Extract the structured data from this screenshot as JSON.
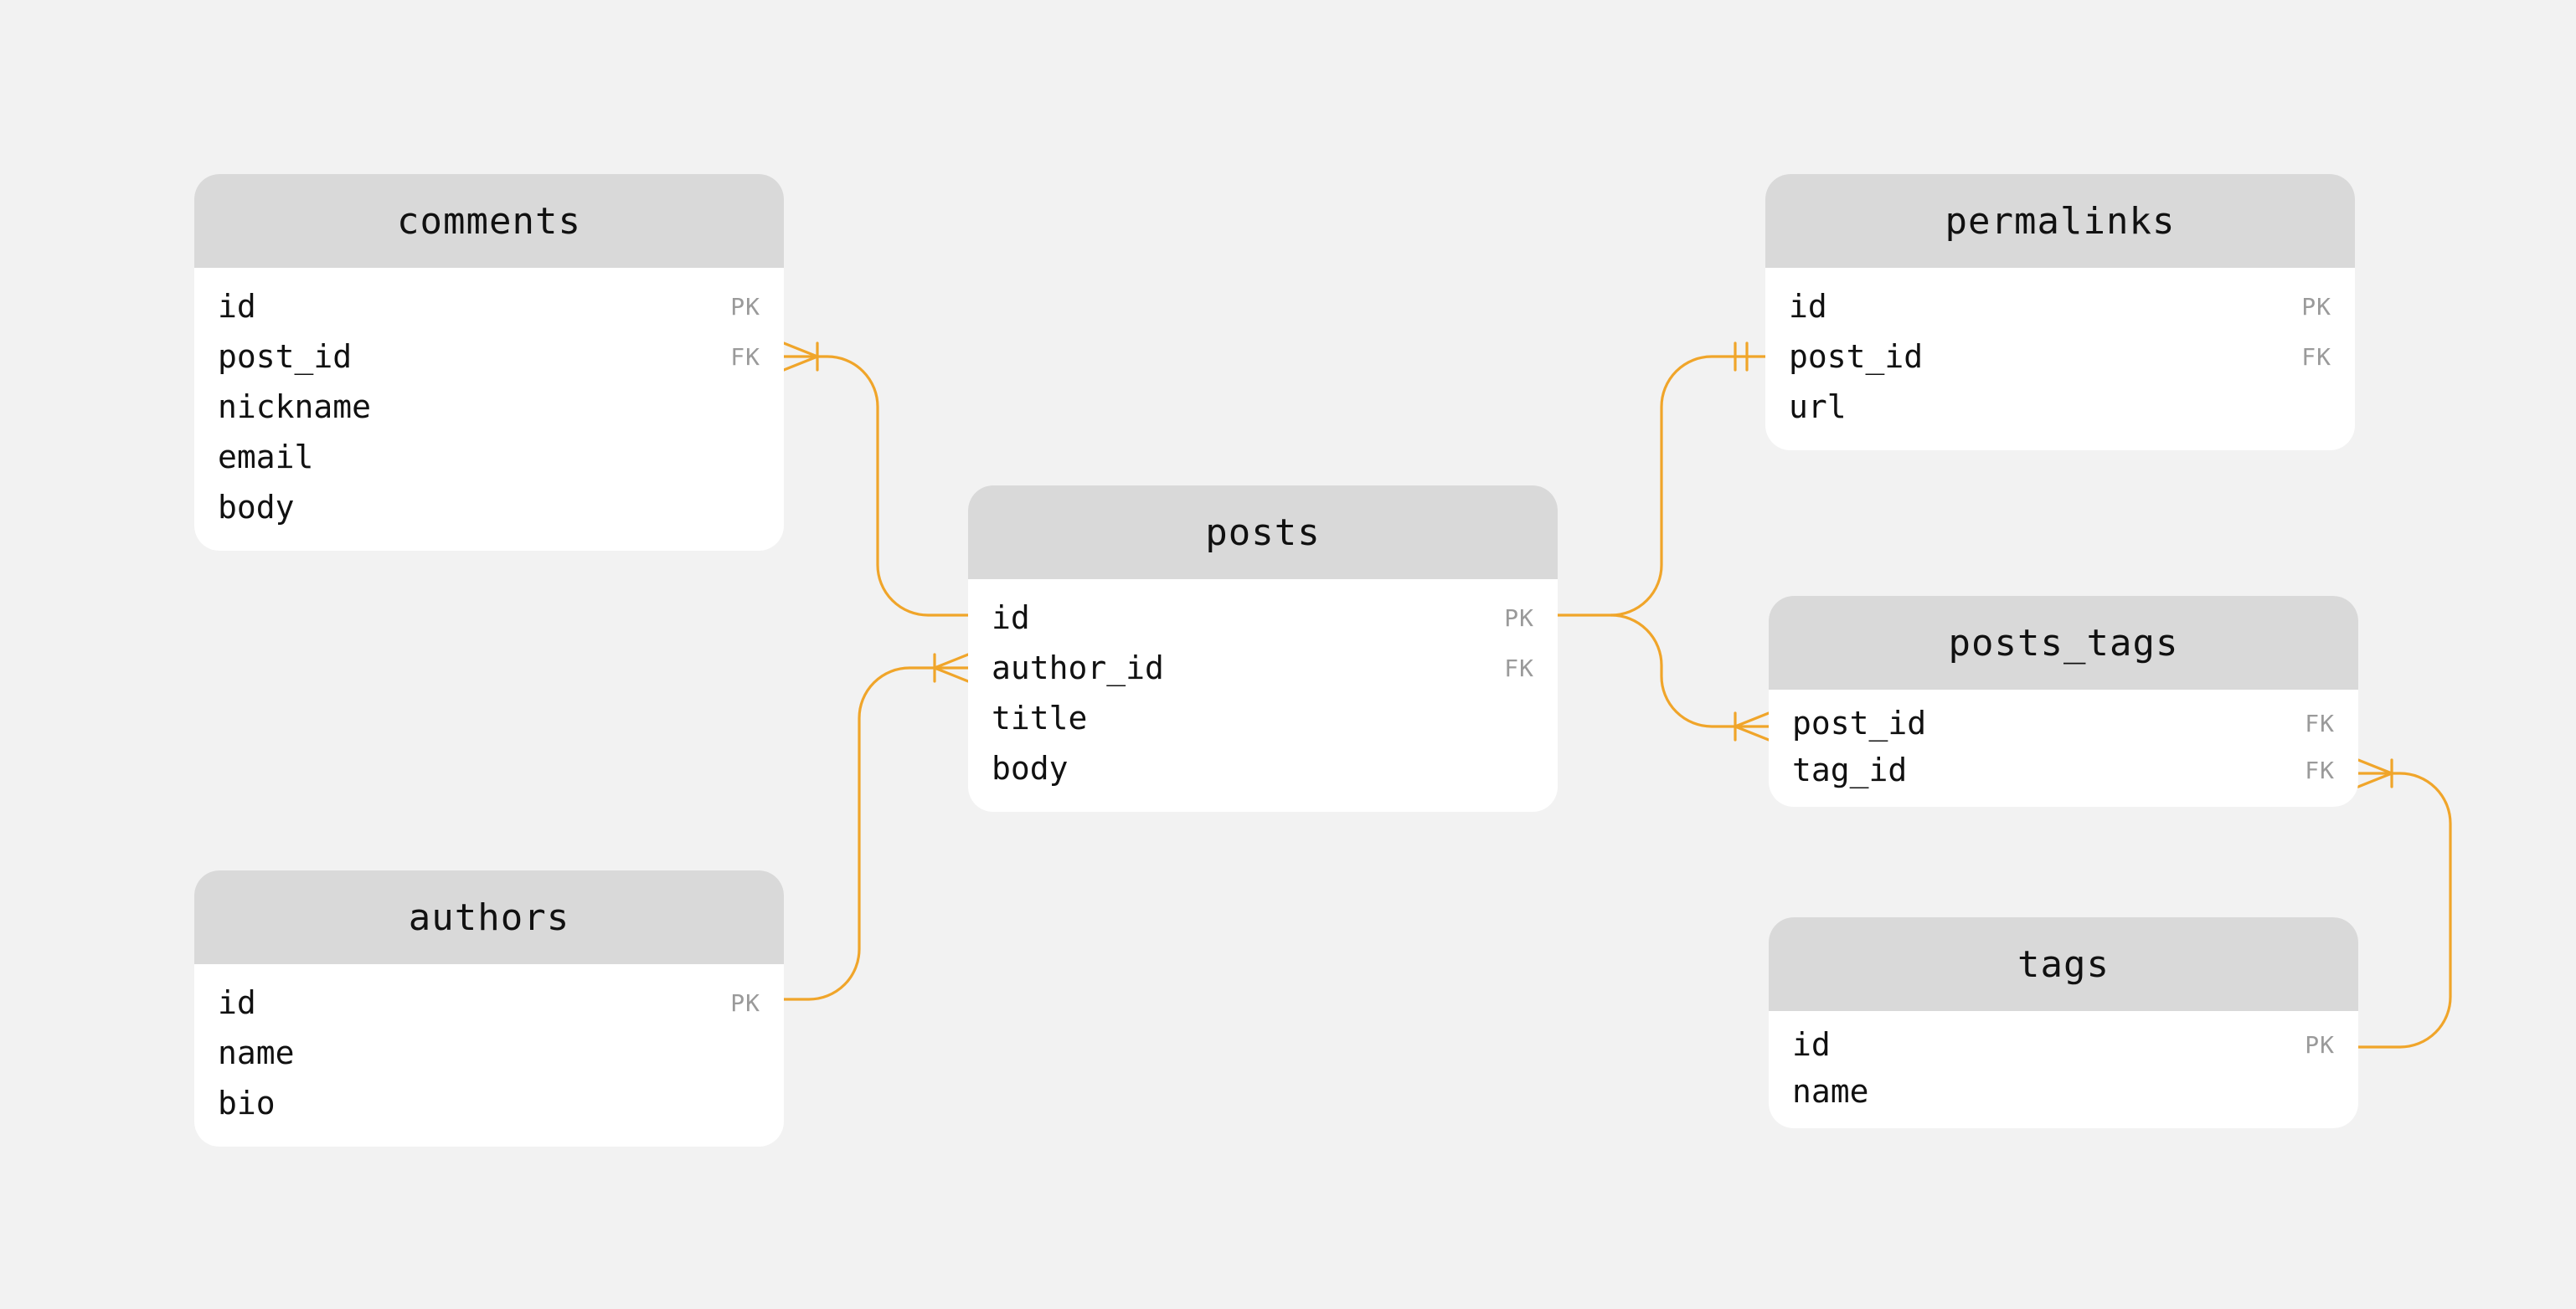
{
  "colors": {
    "background": "#f2f2f2",
    "header": "#d9d9d9",
    "body": "#ffffff",
    "connector": "#f0a52a",
    "key_text": "#9a9a9a"
  },
  "tables": {
    "comments": {
      "name": "comments",
      "fields": [
        {
          "name": "id",
          "key": "PK"
        },
        {
          "name": "post_id",
          "key": "FK"
        },
        {
          "name": "nickname",
          "key": ""
        },
        {
          "name": "email",
          "key": ""
        },
        {
          "name": "body",
          "key": ""
        }
      ]
    },
    "posts": {
      "name": "posts",
      "fields": [
        {
          "name": "id",
          "key": "PK"
        },
        {
          "name": "author_id",
          "key": "FK"
        },
        {
          "name": "title",
          "key": ""
        },
        {
          "name": "body",
          "key": ""
        }
      ]
    },
    "authors": {
      "name": "authors",
      "fields": [
        {
          "name": "id",
          "key": "PK"
        },
        {
          "name": "name",
          "key": ""
        },
        {
          "name": "bio",
          "key": ""
        }
      ]
    },
    "permalinks": {
      "name": "permalinks",
      "fields": [
        {
          "name": "id",
          "key": "PK"
        },
        {
          "name": "post_id",
          "key": "FK"
        },
        {
          "name": "url",
          "key": ""
        }
      ]
    },
    "posts_tags": {
      "name": "posts_tags",
      "fields": [
        {
          "name": "post_id",
          "key": "FK"
        },
        {
          "name": "tag_id",
          "key": "FK"
        }
      ]
    },
    "tags": {
      "name": "tags",
      "fields": [
        {
          "name": "id",
          "key": "PK"
        },
        {
          "name": "name",
          "key": ""
        }
      ]
    }
  },
  "relationships": [
    {
      "from": "posts.id",
      "to": "comments.post_id",
      "cardinality": "one-to-many"
    },
    {
      "from": "authors.id",
      "to": "posts.author_id",
      "cardinality": "one-to-many"
    },
    {
      "from": "posts.id",
      "to": "permalinks.post_id",
      "cardinality": "one-to-one"
    },
    {
      "from": "posts.id",
      "to": "posts_tags.post_id",
      "cardinality": "one-to-many"
    },
    {
      "from": "tags.id",
      "to": "posts_tags.tag_id",
      "cardinality": "one-to-many"
    }
  ]
}
